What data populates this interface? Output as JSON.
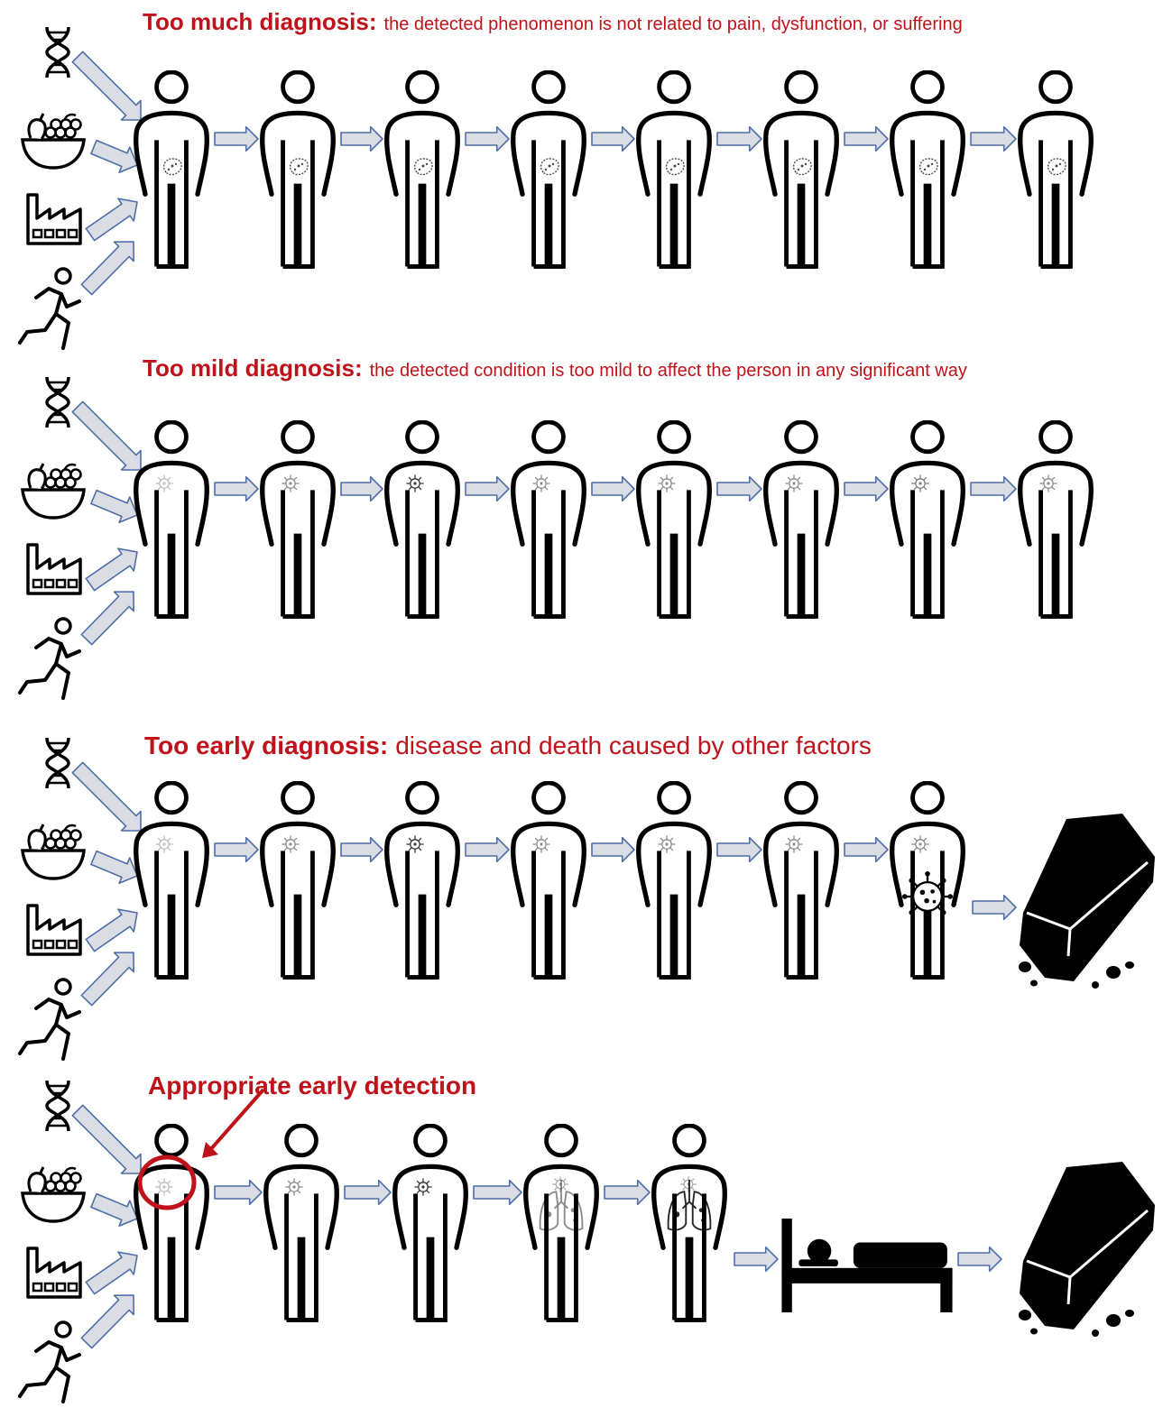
{
  "figure": {
    "panels": [
      {
        "id": "too-much",
        "title_bold": "Too much diagnosis:",
        "title_rest": "the detected phenomenon is not related to pain, dysfunction, or suffering",
        "people": 8,
        "lesion": "bean",
        "lesion_intensity": [
          0.5,
          0.5,
          0.5,
          0.5,
          0.5,
          0.5,
          0.5,
          0.5
        ],
        "ending": "none"
      },
      {
        "id": "too-mild",
        "title_bold": "Too mild diagnosis:",
        "title_rest": "the detected condition is too mild to affect the person in any significant way",
        "people": 8,
        "lesion": "star",
        "lesion_intensity": [
          0.25,
          0.45,
          0.8,
          0.45,
          0.45,
          0.45,
          0.5,
          0.45
        ],
        "ending": "none"
      },
      {
        "id": "too-early",
        "title_bold": "Too early diagnosis:",
        "title_rest": "disease and death caused by other factors",
        "people": 7,
        "lesion": "star",
        "lesion_intensity": [
          0.25,
          0.45,
          0.8,
          0.45,
          0.45,
          0.45,
          0.45
        ],
        "extra_virus_on_last": true,
        "ending": "coffin"
      },
      {
        "id": "appropriate",
        "title_bold": "Appropriate early detection",
        "title_rest": "",
        "people": 5,
        "lesion": "star",
        "lesion_intensity": [
          0.25,
          0.45,
          0.8,
          0.35,
          0.35
        ],
        "lungs": [
          false,
          false,
          false,
          true,
          true
        ],
        "highlight_first": true,
        "ending": "bed-coffin"
      }
    ],
    "risk_factors": [
      "dna-icon",
      "fruit-bowl-icon",
      "factory-icon",
      "runner-icon"
    ],
    "colors": {
      "title": "#c0121a",
      "highlight": "#c0121a",
      "arrow_fill": "#dadde3",
      "arrow_stroke": "#4f6fa8",
      "ink": "#000000"
    }
  }
}
